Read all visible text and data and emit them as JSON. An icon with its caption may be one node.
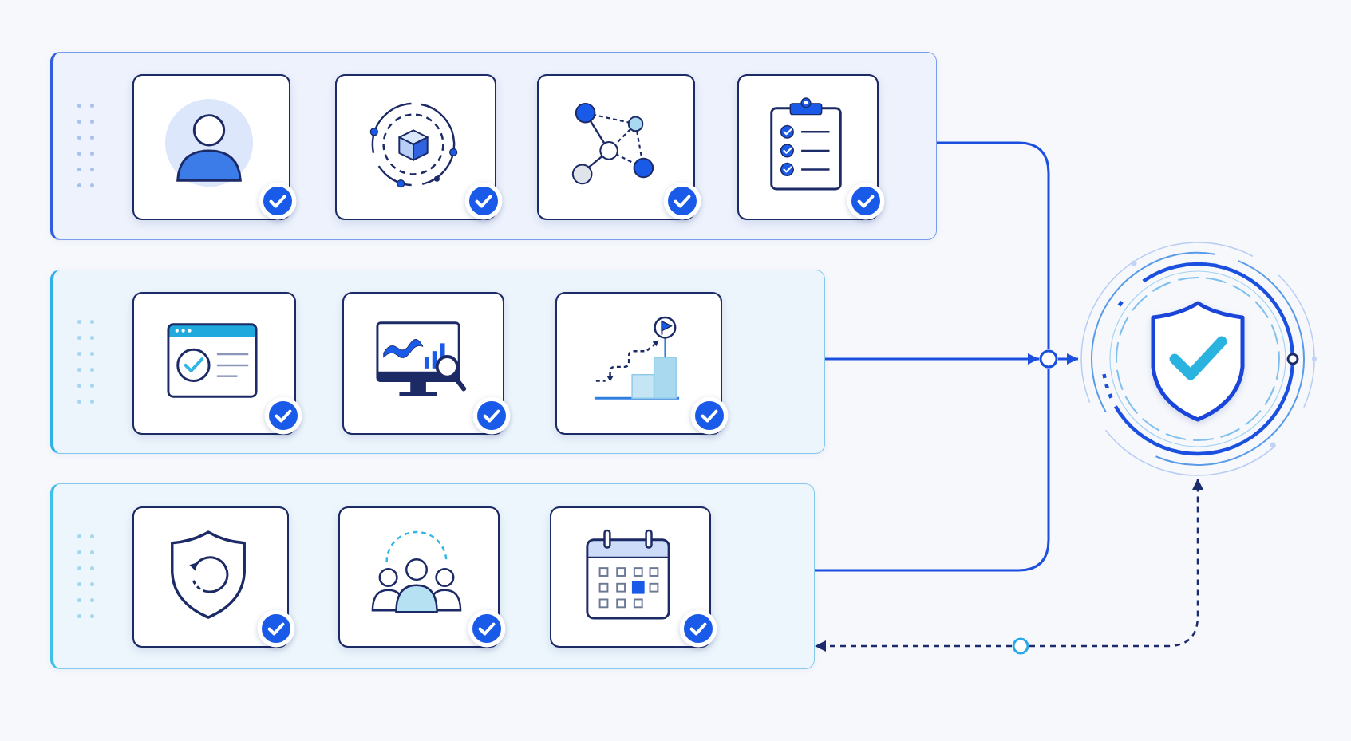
{
  "diagram": {
    "nodes": [
      {
        "text": [],
        "shape": "box"
      },
      {
        "text": [],
        "shape": "picture",
        "in": 0
      },
      {
        "text": [],
        "shape": "picture",
        "in": 0
      },
      {
        "text": [],
        "shape": "picture",
        "in": 0
      },
      {
        "text": [],
        "shape": "picture",
        "in": 0
      },
      {
        "text": [],
        "shape": "box"
      },
      {
        "text": [],
        "shape": "picture",
        "in": 5
      },
      {
        "text": [],
        "shape": "picture",
        "in": 5
      },
      {
        "text": [],
        "shape": "picture",
        "in": 5
      },
      {
        "text": [],
        "shape": "box"
      },
      {
        "text": [],
        "shape": "picture",
        "in": 9
      },
      {
        "text": [],
        "shape": "picture",
        "in": 9
      },
      {
        "text": [],
        "shape": "picture",
        "in": 9
      },
      {
        "text": [],
        "shape": "circle"
      },
      {
        "text": [],
        "shape": "picture"
      },
      {
        "text": [],
        "shape": "circle"
      }
    ],
    "edges": [
      {
        "from": 0,
        "to": 13,
        "arrow": "none"
      },
      {
        "from": 5,
        "to": 13,
        "arrow": "to"
      },
      {
        "from": 9,
        "to": 13,
        "arrow": "none"
      },
      {
        "from": 13,
        "to": 14,
        "arrow": "to"
      },
      {
        "from": 15,
        "to": 14,
        "arrow": "to",
        "style": "dashed",
        "color": "#1c2b6e"
      },
      {
        "from": 15,
        "to": 9,
        "arrow": "to",
        "style": "dashed",
        "color": "#1c2b6e"
      }
    ]
  }
}
